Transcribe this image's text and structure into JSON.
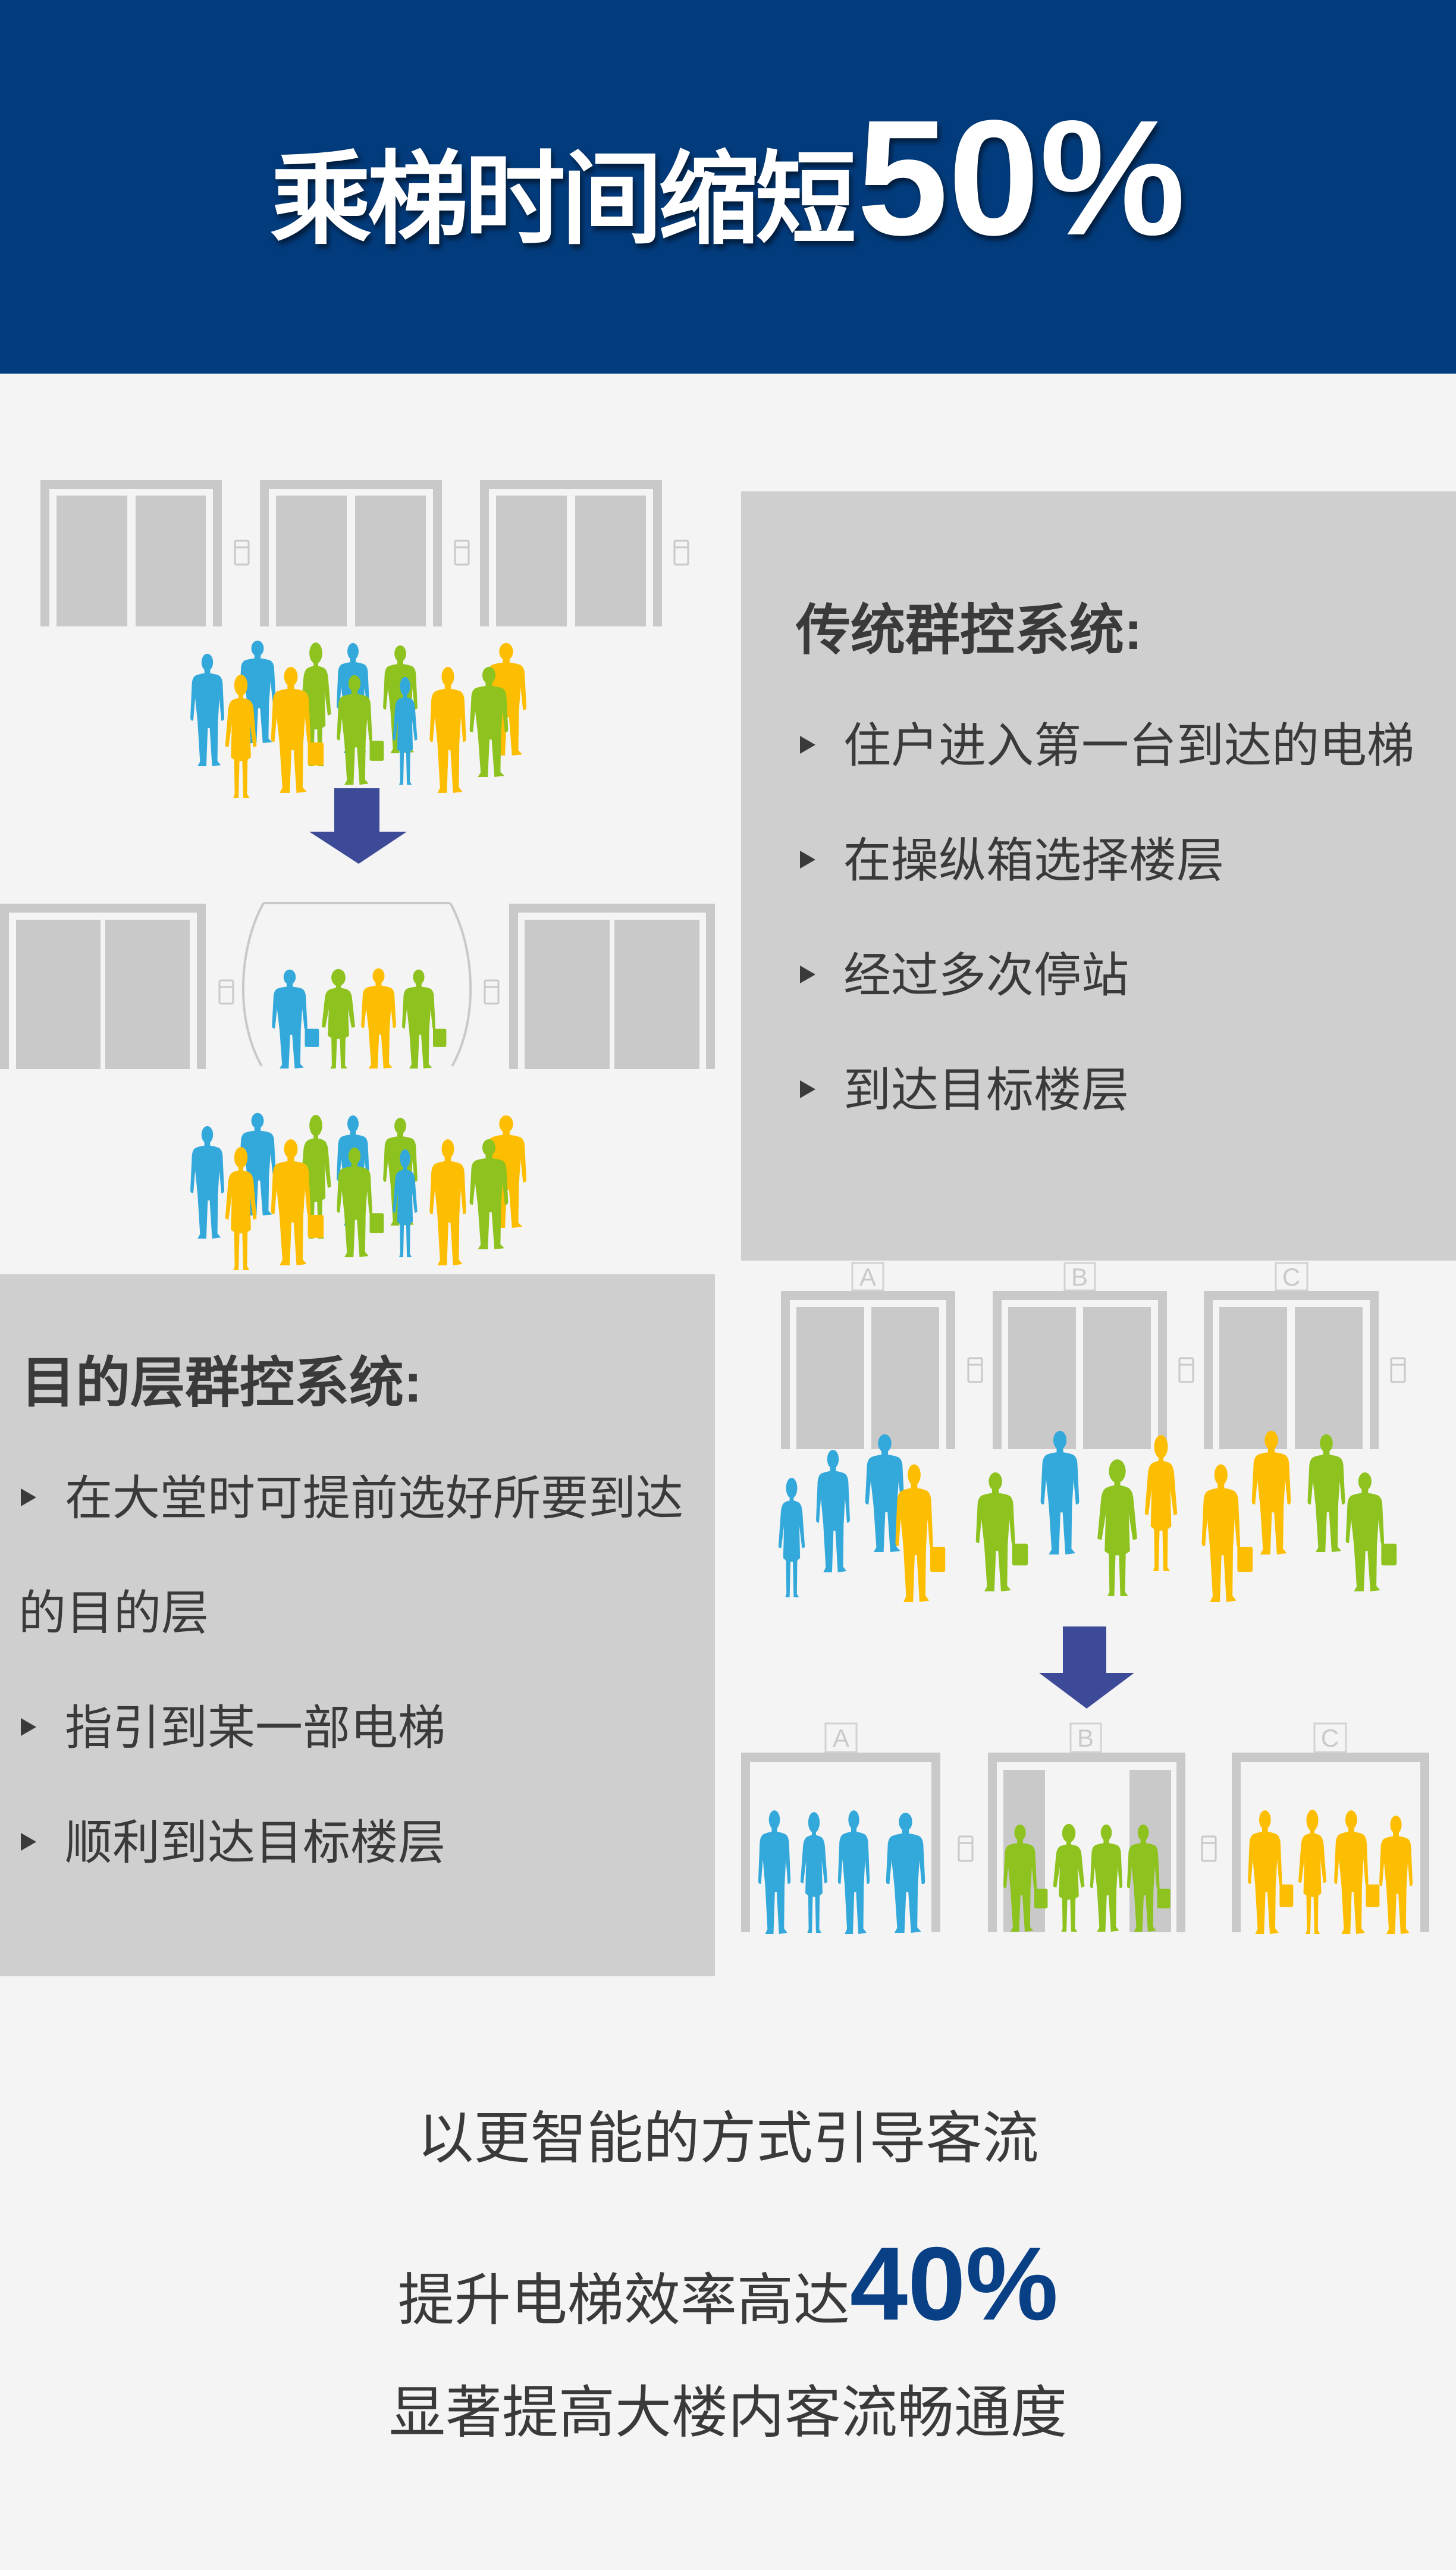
{
  "header": {
    "title_text": "乘梯时间缩短",
    "title_highlight": "50%"
  },
  "traditional_system": {
    "title": "传统群控系统:",
    "bullets": [
      "住户进入第一台到达的电梯",
      "在操纵箱选择楼层",
      "经过多次停站",
      "到达目标楼层"
    ]
  },
  "destination_system": {
    "title": "目的层群控系统:",
    "bullets": [
      "在大堂时可提前选好所要到达的目的层",
      "指引到某一部电梯",
      "顺利到达目标楼层"
    ]
  },
  "elevators": {
    "labels": [
      "A",
      "B",
      "C"
    ]
  },
  "summary": {
    "line1": "以更智能的方式引导客流",
    "line2_text": "提升电梯效率高达",
    "line2_highlight": "40%",
    "line3": "显著提高大楼内客流畅通度"
  },
  "icons": {
    "bullet": "triangle-right",
    "flow_arrow": "arrow-down",
    "person": "person-silhouette",
    "elevator": "elevator-door",
    "call_panel": "call-button-panel"
  },
  "colors": {
    "header_bg": "#033c7d",
    "highlight_blue": "#083f85",
    "text_dark": "#3a3a3a",
    "page_bg": "#f4f4f4",
    "panel_gray": "#d0cfd0",
    "elevator_gray": "#c9c9c9",
    "arrow_blue": "#3c4a98",
    "person_blue": "#33a8db",
    "person_green": "#8dc21f",
    "person_yellow": "#fdbd00"
  }
}
